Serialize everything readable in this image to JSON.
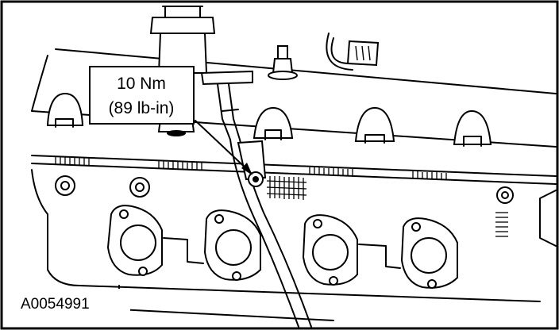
{
  "callout": {
    "torque_nm": "10 Nm",
    "torque_lbin": "(89 lb-in)"
  },
  "figure": {
    "id": "A0054991"
  }
}
